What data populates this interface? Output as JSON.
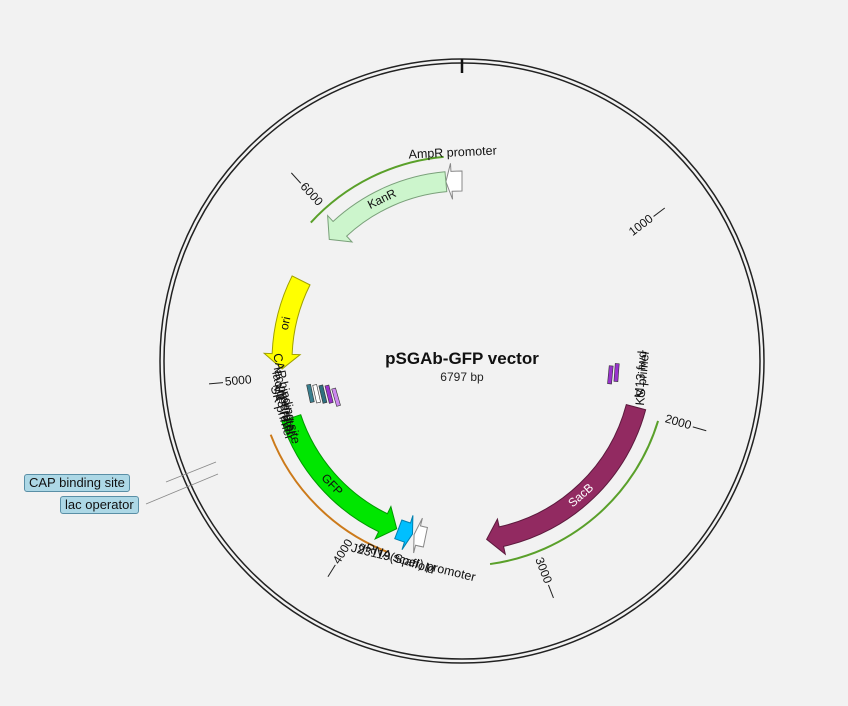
{
  "plasmid": {
    "name": "pSGAb-GFP vector",
    "length_label": "6797 bp",
    "length": 6797
  },
  "ticks": [
    {
      "pos": 1000,
      "label": "1000"
    },
    {
      "pos": 2000,
      "label": "2000"
    },
    {
      "pos": 3000,
      "label": "3000"
    },
    {
      "pos": 4000,
      "label": "4000"
    },
    {
      "pos": 5000,
      "label": "5000"
    },
    {
      "pos": 6000,
      "label": "6000"
    }
  ],
  "features": [
    {
      "name": "AmpR promoter",
      "label": "AmpR promoter",
      "start": 6700,
      "end": 6797,
      "direction": "reverse",
      "fill": "#ffffff",
      "stroke": "#888888",
      "label_inside": false
    },
    {
      "name": "KanR",
      "label": "KanR",
      "start": 5900,
      "end": 6700,
      "direction": "reverse",
      "fill": "#ccf5cc",
      "stroke": "#7aa07a",
      "label_inside": true
    },
    {
      "name": "ori",
      "label": "ori",
      "start": 5050,
      "end": 5600,
      "direction": "reverse",
      "fill": "#ffff00",
      "stroke": "#a0a000",
      "label_inside": true
    },
    {
      "name": "SacB",
      "label": "SacB",
      "start": 1980,
      "end": 3250,
      "direction": "forward",
      "fill": "#922a61",
      "stroke": "#5c1a3d",
      "label_inside": true
    },
    {
      "name": "GFP",
      "label": "GFP",
      "start": 3800,
      "end": 4750,
      "direction": "reverse",
      "fill": "#00e600",
      "stroke": "#009900",
      "label_inside": true
    },
    {
      "name": "gRNA scaffold",
      "label": "gRNA scaffold",
      "start": 3700,
      "end": 3790,
      "direction": "reverse",
      "fill": "#00bfff",
      "stroke": "#0080b0",
      "label_inside": false
    },
    {
      "name": "J23119(SpeI) promoter",
      "label": "J23119(SpeI) promoter",
      "start": 3620,
      "end": 3690,
      "direction": "forward",
      "fill": "#ffffff",
      "stroke": "#888888",
      "label_inside": false
    }
  ],
  "small_features": [
    {
      "name": "M13 fwd",
      "label": "M13 fwd",
      "pos": 1780,
      "color": "#9933cc",
      "ring": 0
    },
    {
      "name": "KS primer",
      "label": "KS primer",
      "pos": 1800,
      "color": "#9933cc",
      "ring": 1
    },
    {
      "name": "CAP binding site",
      "label": "CAP binding site",
      "pos": 4870,
      "color": "#3a7f8f",
      "ring": 0
    },
    {
      "name": "lac promoter",
      "label": "lac promoter",
      "pos": 4858,
      "color": "#ffffff",
      "ring": 1
    },
    {
      "name": "lac operator",
      "label": "lac operator",
      "pos": 4845,
      "color": "#2f6f7f",
      "ring": 2
    },
    {
      "name": "M13 rev",
      "label": "M13 rev",
      "pos": 4833,
      "color": "#9933cc",
      "ring": 3
    },
    {
      "name": "SK primer",
      "label": "SK primer",
      "pos": 4795,
      "color": "#cc88ee",
      "ring": 4
    }
  ],
  "inner_marks": [
    {
      "name": "KanR",
      "start": 5900,
      "end": 6700,
      "color": "#5aa02a"
    },
    {
      "name": "SacB",
      "start": 2020,
      "end": 3250,
      "color": "#5aa02a"
    },
    {
      "name": "GFP",
      "start": 3800,
      "end": 4700,
      "color": "#cc7a1a"
    }
  ],
  "callouts": [
    {
      "text": "CAP binding site"
    },
    {
      "text": "lac operator"
    }
  ],
  "colors": {
    "backbone": "#222222",
    "background": "#f2f2f2"
  }
}
